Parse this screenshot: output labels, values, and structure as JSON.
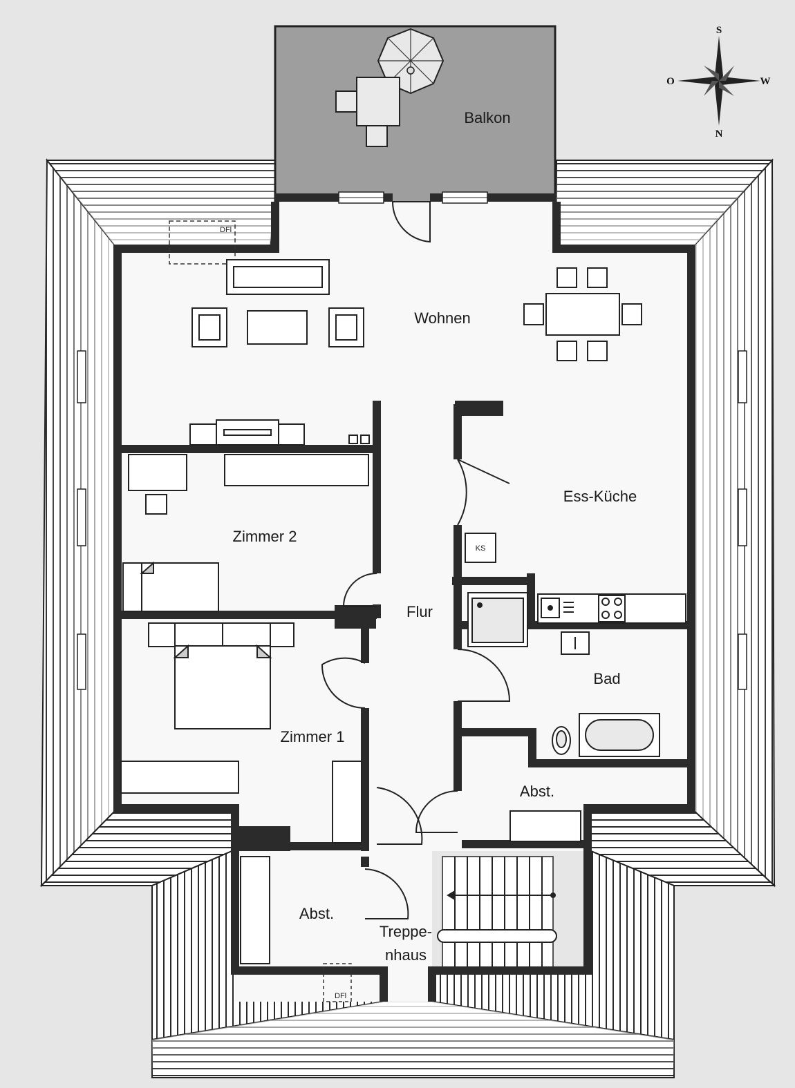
{
  "rooms": {
    "balkon": "Balkon",
    "wohnen": "Wohnen",
    "ess_kueche": "Ess-Küche",
    "zimmer2": "Zimmer 2",
    "zimmer1": "Zimmer 1",
    "flur": "Flur",
    "bad": "Bad",
    "abst_right": "Abst.",
    "abst_left": "Abst.",
    "treppenhaus_line1": "Treppe-",
    "treppenhaus_line2": "nhaus"
  },
  "fixtures": {
    "dfi_top": "DFl",
    "dfi_bottom": "DFl",
    "ks": "KS"
  },
  "compass": {
    "top": "S",
    "bottom": "N",
    "left": "O",
    "right": "W"
  },
  "colors": {
    "wall": "#2b2b2b",
    "floor": "#f8f8f8",
    "balcony": "#9e9e9e",
    "roof": "#ffffff",
    "background": "#e6e6e6"
  }
}
